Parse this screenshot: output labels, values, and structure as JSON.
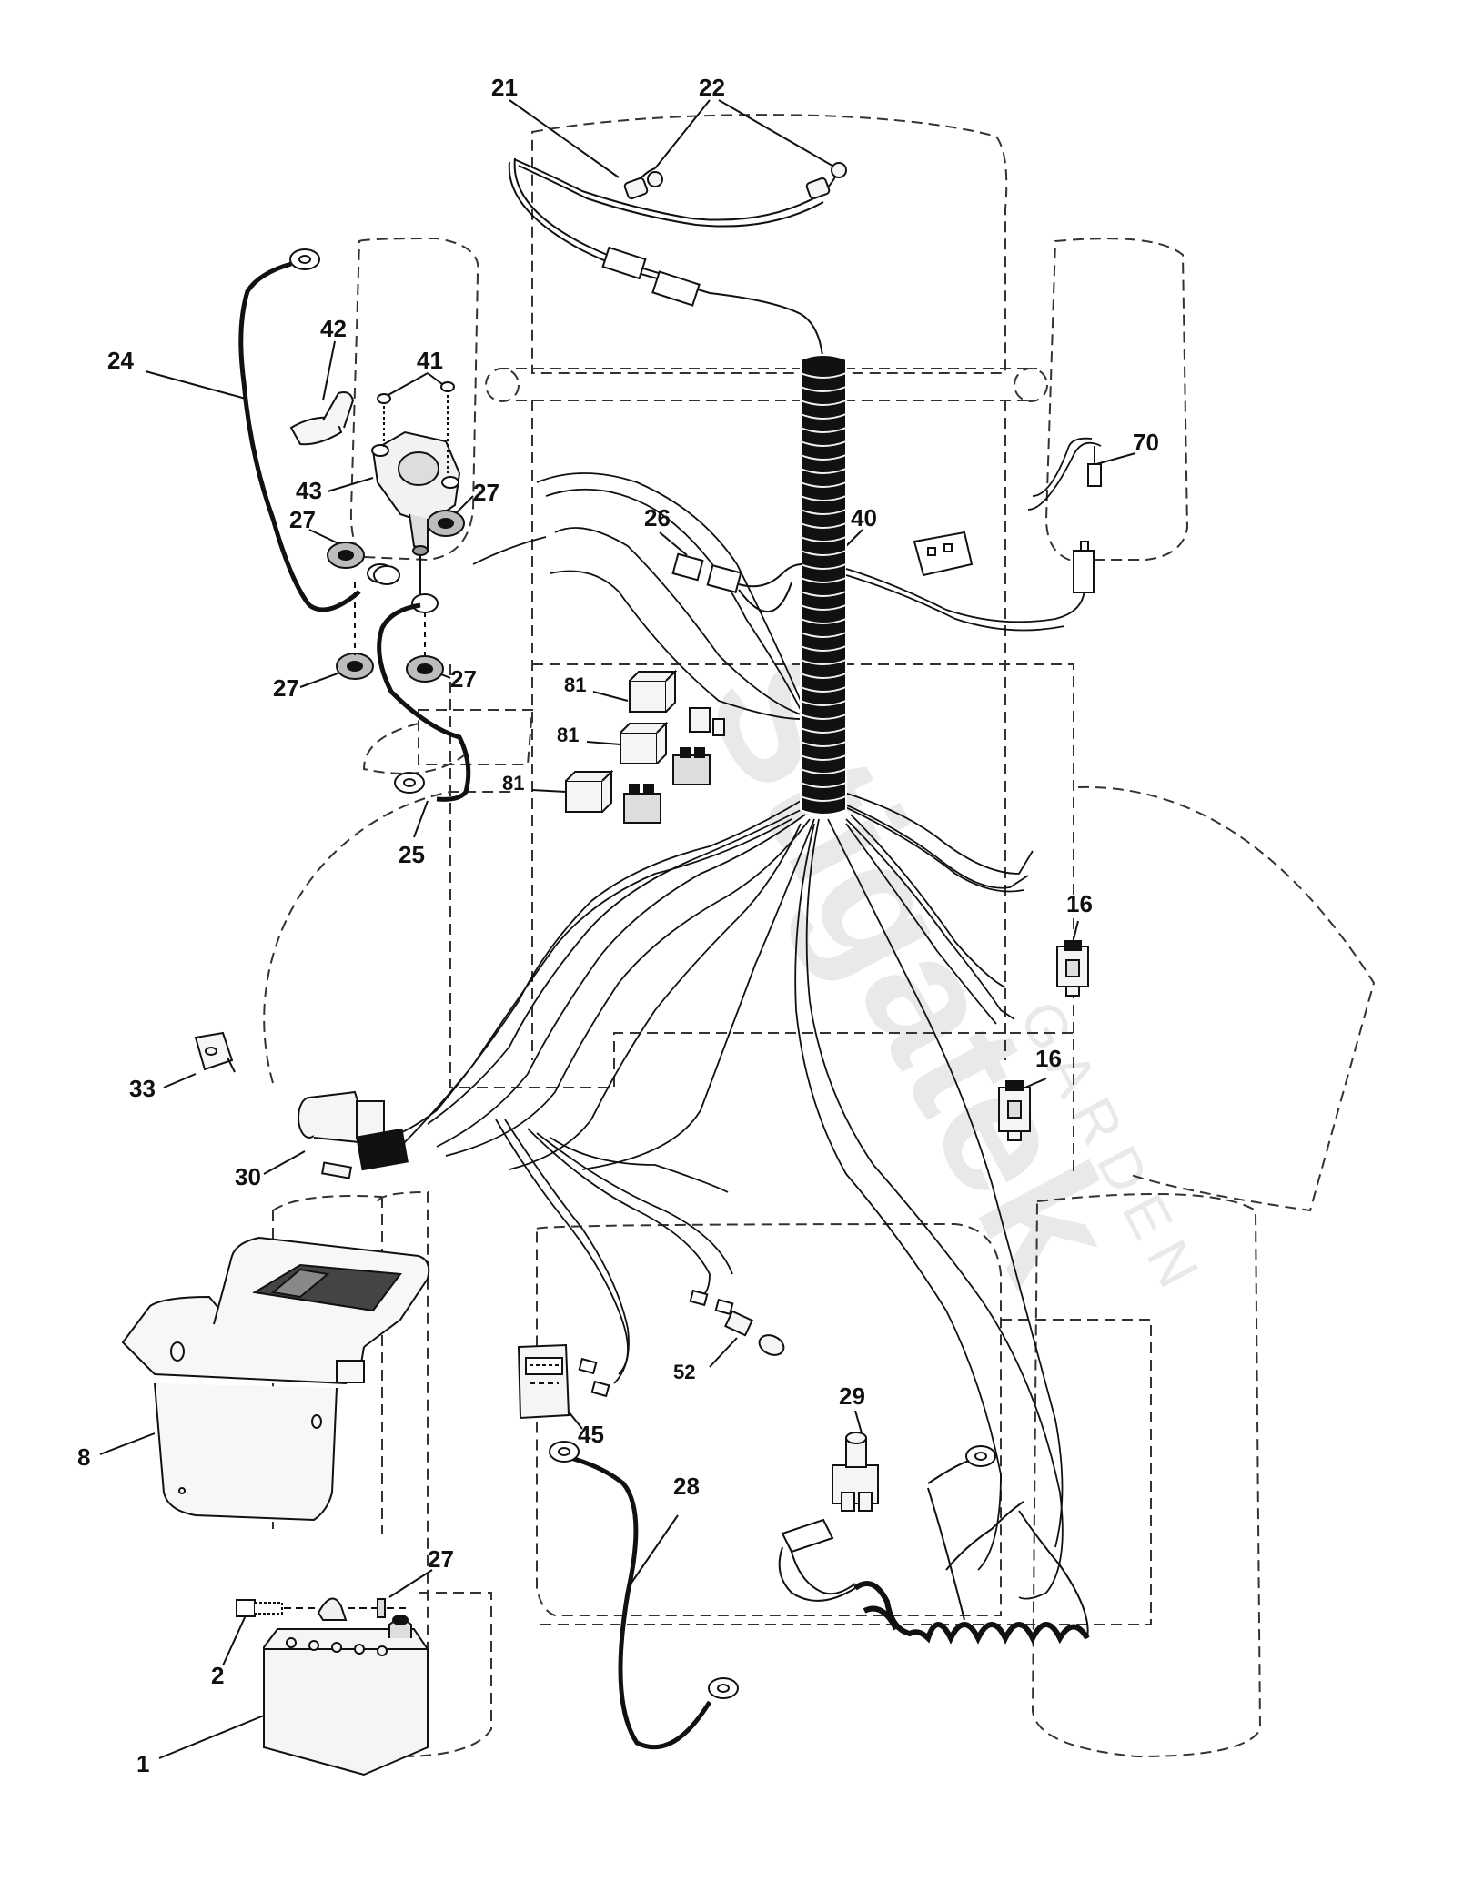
{
  "watermark": {
    "brand": "Stiga",
    "suffix": "tek",
    "sub": "GARDEN",
    "color": "#e6e6e6"
  },
  "colors": {
    "line": "#111111",
    "outline": "#333333",
    "fill_light": "#f2f2f2",
    "fill_mid": "#bdbdbd",
    "cable": "#111111"
  },
  "callouts": {
    "c1": "1",
    "c2": "2",
    "c8": "8",
    "c16a": "16",
    "c16b": "16",
    "c21": "21",
    "c22": "22",
    "c24": "24",
    "c25": "25",
    "c26": "26",
    "c27a": "27",
    "c27b": "27",
    "c27c": "27",
    "c27d": "27",
    "c27e": "27",
    "c28": "28",
    "c29": "29",
    "c30": "30",
    "c33": "33",
    "c40": "40",
    "c41": "41",
    "c42": "42",
    "c43": "43",
    "c45": "45",
    "c52": "52",
    "c70": "70",
    "c81a": "81",
    "c81b": "81",
    "c81c": "81"
  }
}
